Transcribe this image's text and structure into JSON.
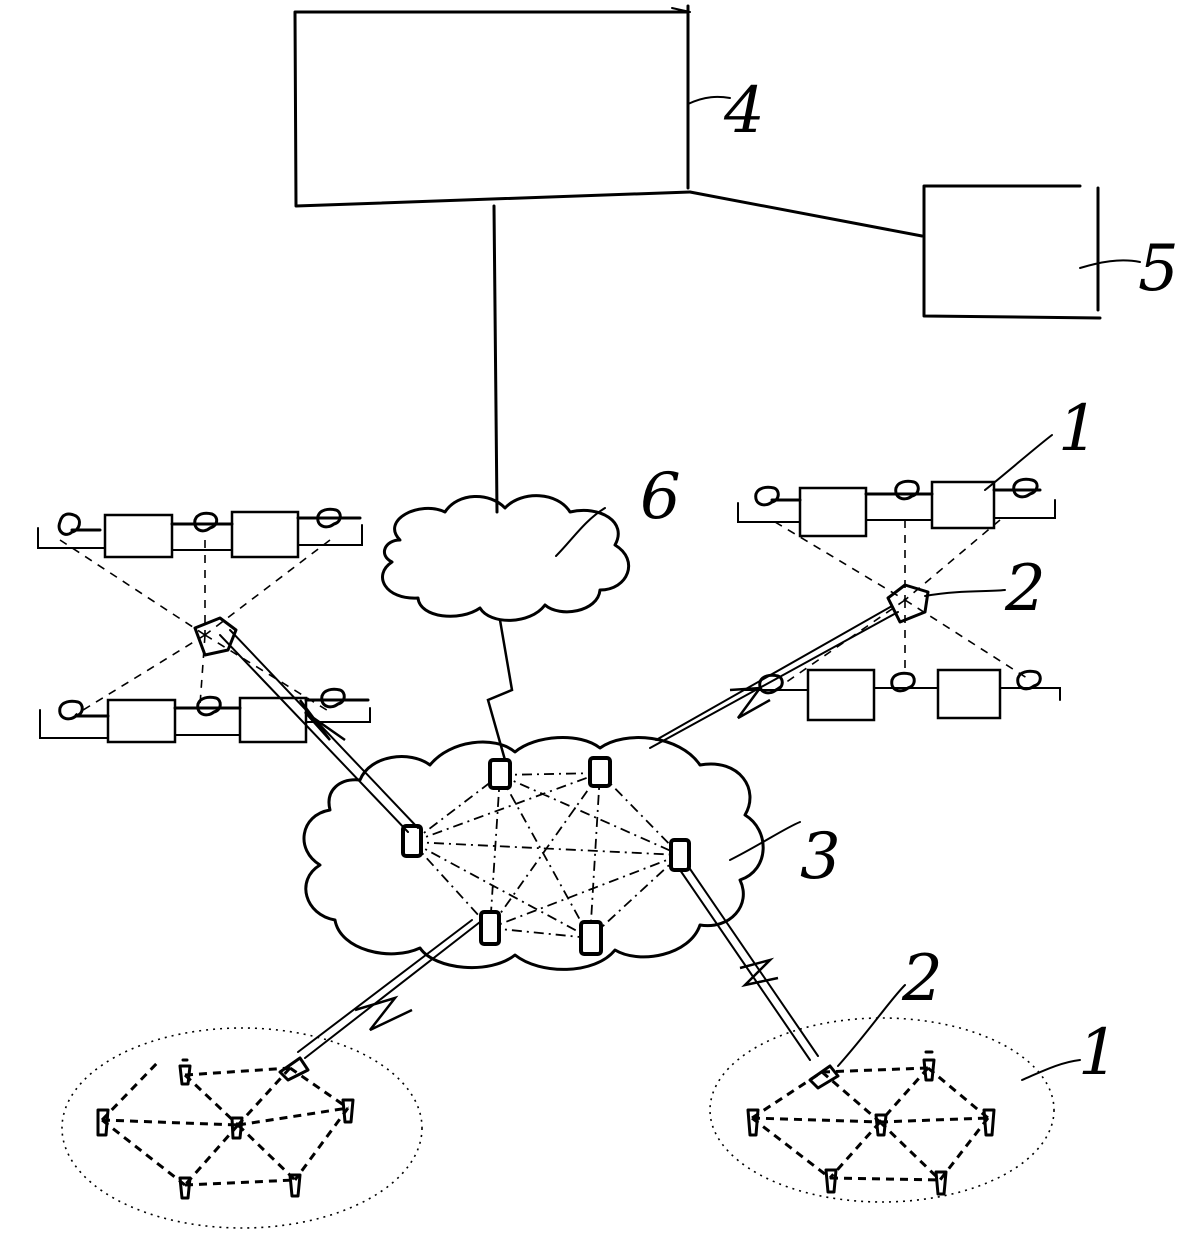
{
  "labels": {
    "monitoring_center": "4",
    "terminal": "5",
    "internet_cloud": "6",
    "mesh_network": "3",
    "gateway_top_right": "2",
    "gateway_bottom_right": "2",
    "sensor_group_top_right": "1",
    "sensor_group_bottom_right": "1"
  }
}
